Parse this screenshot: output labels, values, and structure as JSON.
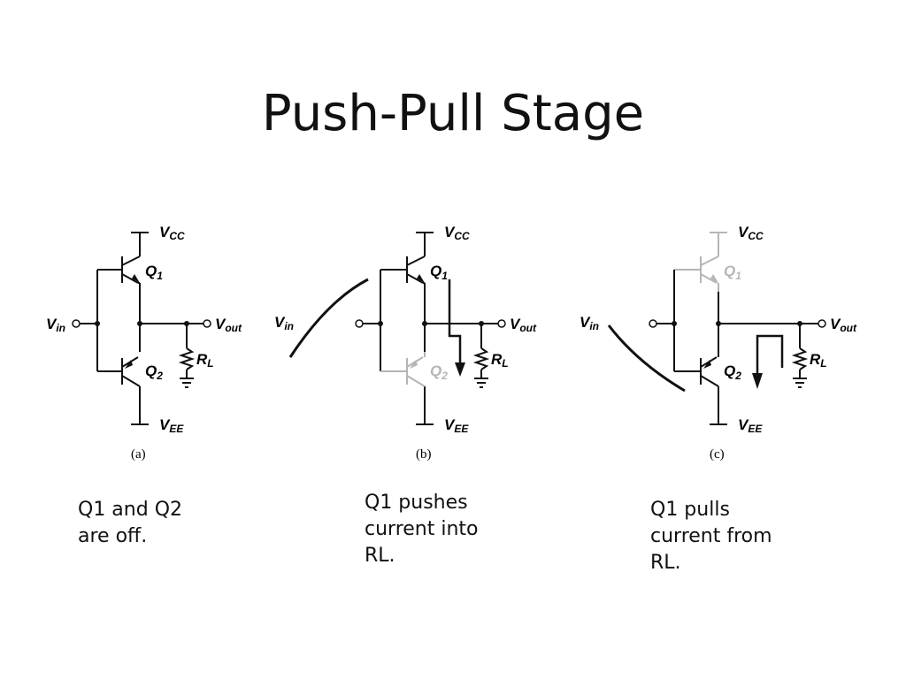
{
  "slide": {
    "title": "Push-Pull Stage"
  },
  "diagram": {
    "labels": {
      "vcc_main": "V",
      "vcc_sub": "CC",
      "vee_main": "V",
      "vee_sub": "EE",
      "vin_main": "V",
      "vin_sub": "in",
      "vout_main": "V",
      "vout_sub": "out",
      "q1_main": "Q",
      "q1_sub": "1",
      "q2_main": "Q",
      "q2_sub": "2",
      "rl_main": "R",
      "rl_sub": "L"
    },
    "panels": [
      {
        "caption": "(a)",
        "q1_state": "on",
        "q2_state": "on"
      },
      {
        "caption": "(b)",
        "q1_state": "on",
        "q2_state": "off"
      },
      {
        "caption": "(c)",
        "q1_state": "off",
        "q2_state": "on"
      }
    ],
    "colors": {
      "active": "#111111",
      "faded": "#b5b5b5"
    }
  },
  "captions": {
    "a": [
      "Q1 and Q2",
      "are off."
    ],
    "b": [
      "Q1 pushes",
      "current into",
      "RL."
    ],
    "c": [
      "Q1 pulls",
      "current from",
      "RL."
    ]
  }
}
